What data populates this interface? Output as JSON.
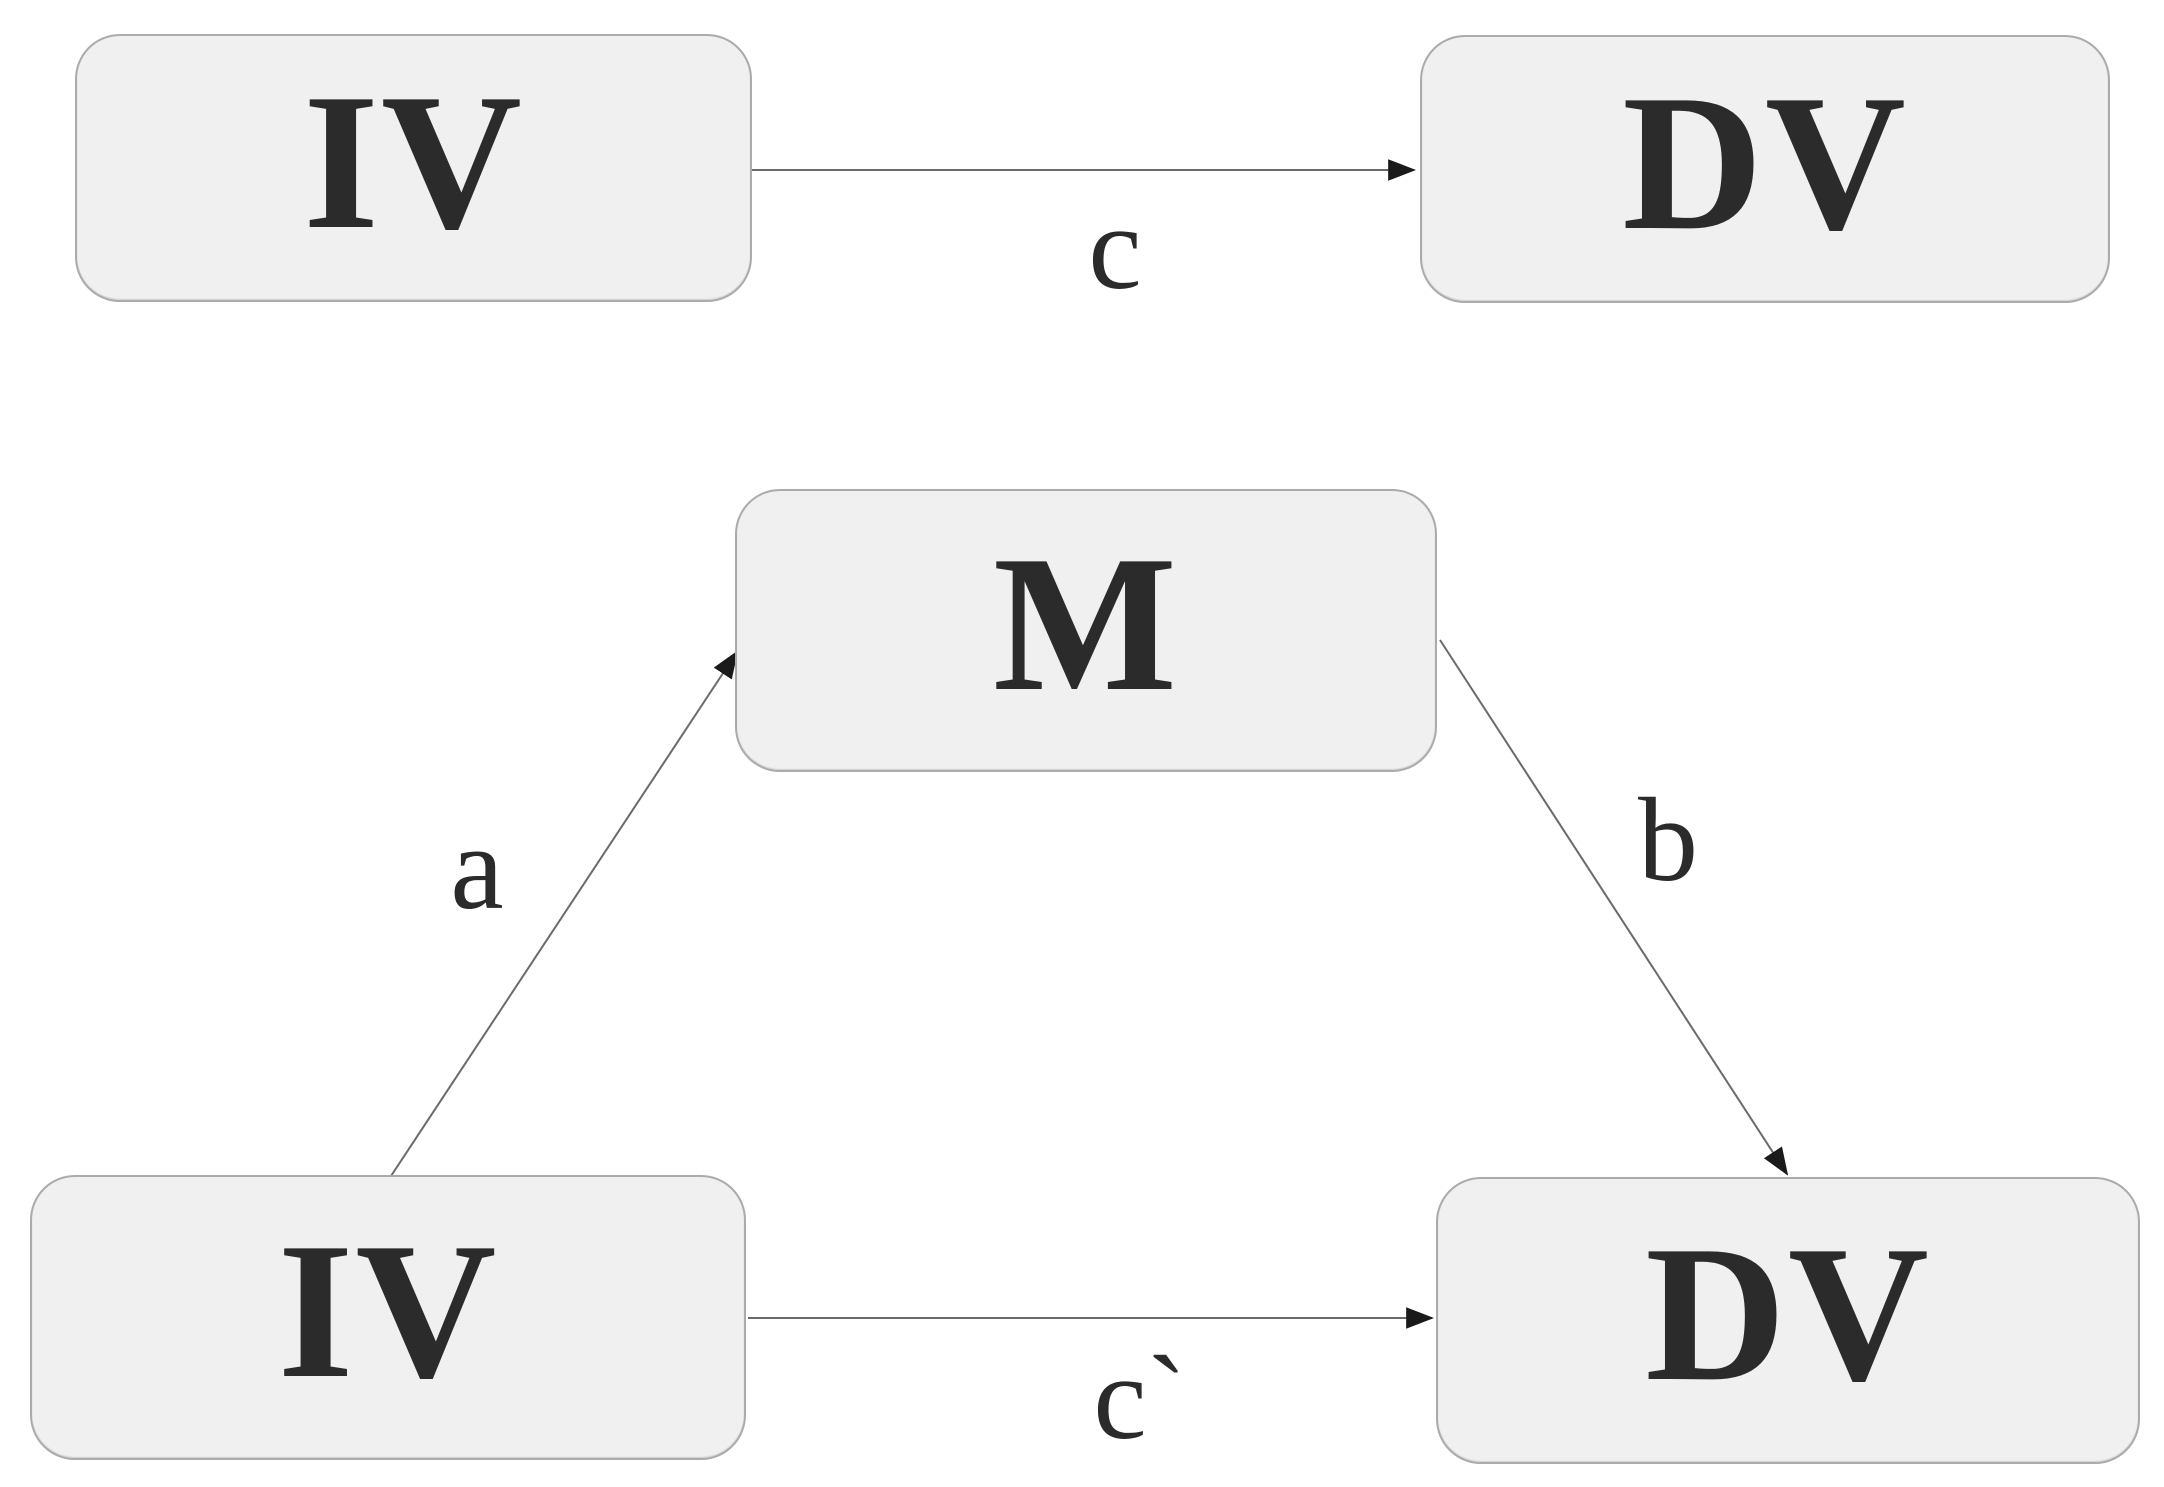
{
  "diagram": {
    "title_hint": "mediation-model-diagram",
    "total_effect_model": {
      "iv_label": "IV",
      "dv_label": "DV",
      "path_c_label": "c"
    },
    "mediation_model": {
      "iv_label": "IV",
      "m_label": "M",
      "dv_label": "DV",
      "path_a_label": "a",
      "path_b_label": "b",
      "path_c_prime_label": "c`"
    },
    "colors": {
      "page_bg": "#ffffff",
      "box_fill": "#f0f0f0",
      "box_border": "#ababab",
      "text": "#2b2b2b",
      "line": "#6a6a6a",
      "arrowhead": "#1a1a1a"
    }
  }
}
